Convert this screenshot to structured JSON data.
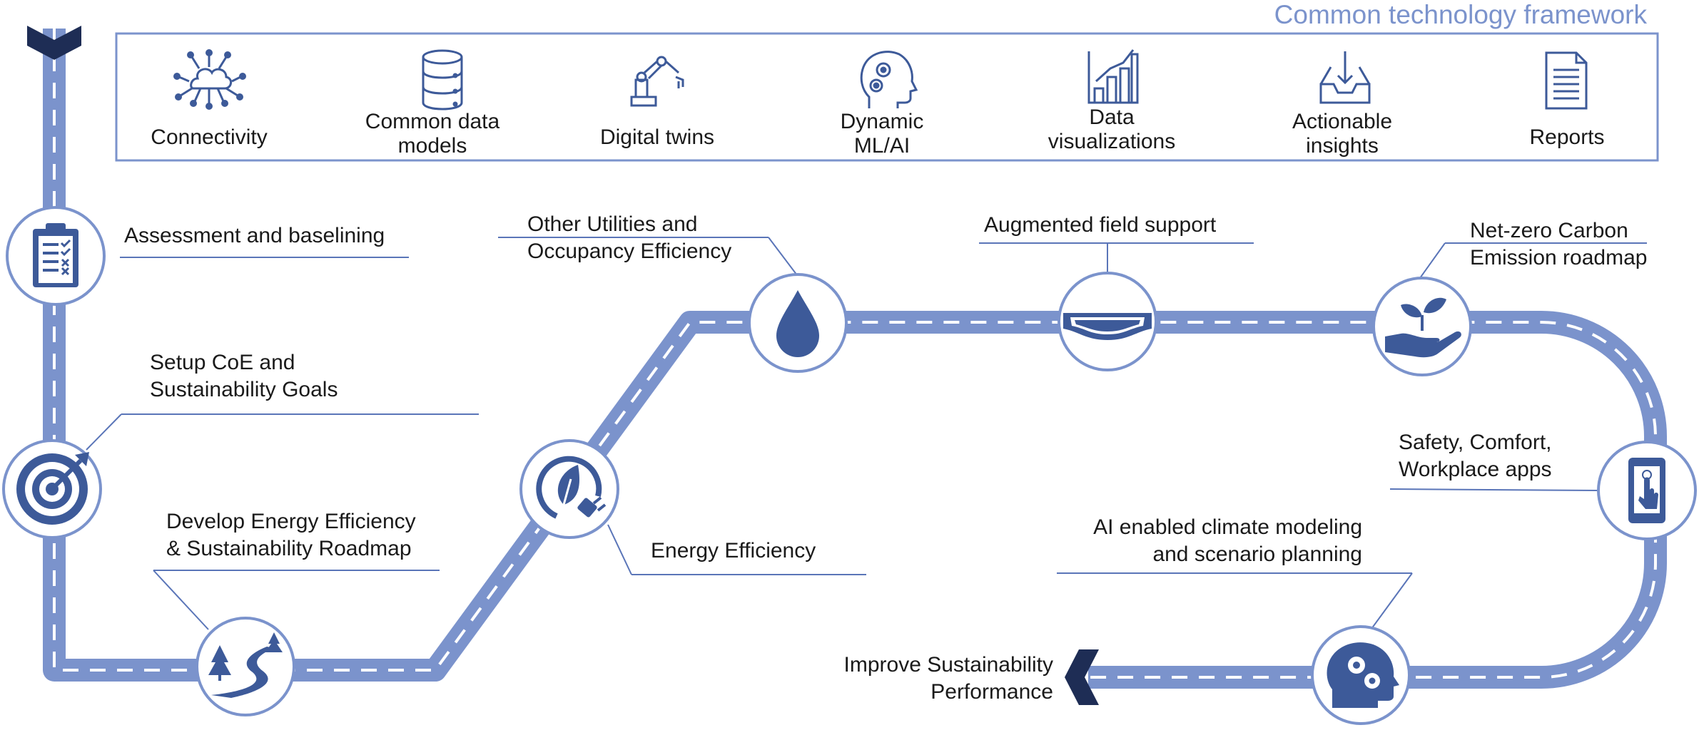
{
  "framework": {
    "title": "Common technology framework",
    "items": [
      {
        "icon": "connectivity-cloud-icon",
        "lines": [
          "Connectivity"
        ]
      },
      {
        "icon": "database-icon",
        "lines": [
          "Common data",
          "models"
        ]
      },
      {
        "icon": "robot-arm-icon",
        "lines": [
          "Digital twins"
        ]
      },
      {
        "icon": "head-gears-icon",
        "lines": [
          "Dynamic",
          "ML/AI"
        ]
      },
      {
        "icon": "bar-chart-icon",
        "lines": [
          "Data",
          "visualizations"
        ]
      },
      {
        "icon": "inbox-download-icon",
        "lines": [
          "Actionable",
          "insights"
        ]
      },
      {
        "icon": "document-icon",
        "lines": [
          "Reports"
        ]
      }
    ]
  },
  "steps": [
    {
      "icon": "clipboard-checklist-icon",
      "lines": [
        "Assessment and baselining"
      ]
    },
    {
      "icon": "target-arrow-icon",
      "lines": [
        "Setup CoE and",
        "Sustainability Goals"
      ]
    },
    {
      "icon": "winding-road-icon",
      "lines": [
        "Develop Energy Efficiency",
        "& Sustainability Roadmap"
      ]
    },
    {
      "icon": "leaf-plug-icon",
      "lines": [
        "Energy Efficiency"
      ]
    },
    {
      "icon": "water-drop-icon",
      "lines": [
        "Other Utilities and",
        "Occupancy Efficiency"
      ]
    },
    {
      "icon": "ar-headset-icon",
      "lines": [
        "Augmented field support"
      ]
    },
    {
      "icon": "hand-plant-icon",
      "lines": [
        "Net-zero Carbon",
        "Emission roadmap"
      ]
    },
    {
      "icon": "smartphone-touch-icon",
      "lines": [
        "Safety, Comfort,",
        "Workplace apps"
      ]
    },
    {
      "icon": "head-gears-icon",
      "lines": [
        "AI enabled climate modeling",
        "and scenario planning"
      ]
    }
  ],
  "end": {
    "lines": [
      "Improve Sustainability",
      "Performance"
    ]
  },
  "colors": {
    "road": "#7b93cc",
    "icon": "#3d5a99",
    "arrow": "#1e2d55",
    "dash": "#ffffff",
    "title": "#7b93cc"
  }
}
